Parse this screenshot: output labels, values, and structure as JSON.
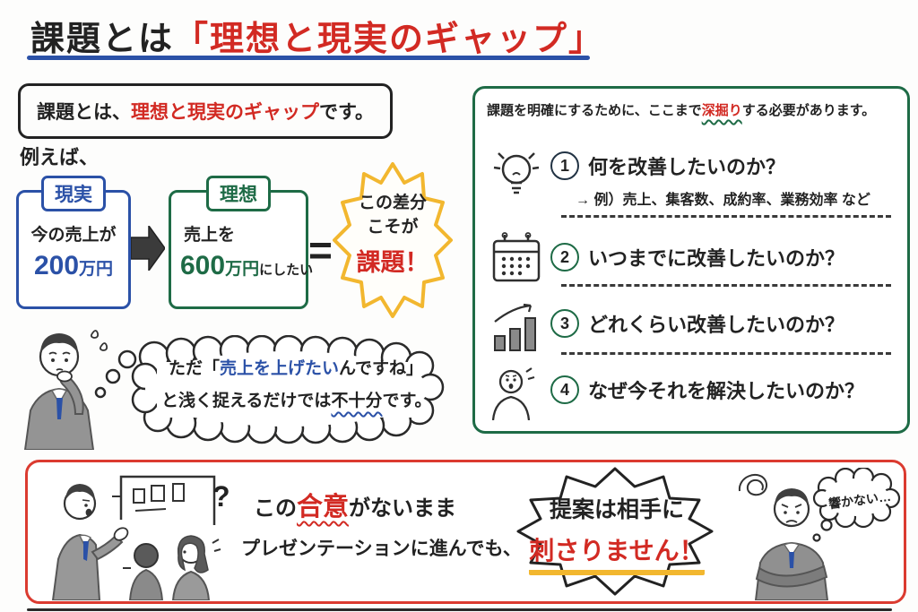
{
  "colors": {
    "red": "#d22a23",
    "blue": "#2b51a7",
    "green": "#1e6b46",
    "yellow": "#f2b72f",
    "ink": "#222222",
    "bottom_box_border": "#db3b30"
  },
  "title": {
    "black_part": "課題とは",
    "red_part": "「理想と現実のギャップ」"
  },
  "intro": {
    "pre": "課題とは、",
    "highlight": "理想と現実のギャップ",
    "post": "です。"
  },
  "example_label": "例えば、",
  "reality": {
    "tab": "現実",
    "line1": "今の売上が",
    "amount": "200",
    "unit": "万円"
  },
  "ideal": {
    "tab": "理想",
    "line1": "売上を",
    "amount": "600",
    "unit": "万円",
    "suffix": "にしたい"
  },
  "equals_sign": "=",
  "gap_burst": {
    "line1": "この差分",
    "line2": "こそが",
    "line3": "課題！"
  },
  "monologue": {
    "l1_pre": "ただ「",
    "l1_highlight": "売上を上げたい",
    "l1_post": "んですね」",
    "l2_pre": "と浅く捉えるだけでは",
    "l2_wavy": "不十分",
    "l2_post": "です。"
  },
  "panel": {
    "header_pre": "課題を明確にするために、ここまで",
    "header_highlight": "深掘り",
    "header_post": "する必要があります。",
    "items": [
      {
        "num": "1",
        "label": "何を改善したいのか？",
        "sub": "→ 例）売上、集客数、成約率、業務効率 など",
        "icon": "lightbulb-icon"
      },
      {
        "num": "2",
        "label": "いつまでに改善したいのか？",
        "icon": "calendar-icon"
      },
      {
        "num": "3",
        "label": "どれくらい改善したいのか？",
        "icon": "bar-chart-icon"
      },
      {
        "num": "4",
        "label": "なぜ今それを解決したいのか？",
        "icon": "person-icon"
      }
    ]
  },
  "bottom": {
    "question_mark": "?",
    "l1_pre": "この",
    "l1_highlight": "合意",
    "l1_post": "がないまま",
    "l2": "プレゼンテーションに進んでも、",
    "burst_l1": "提案は相手に",
    "burst_l2": "刺さりません！",
    "mutter": "響かない…"
  }
}
